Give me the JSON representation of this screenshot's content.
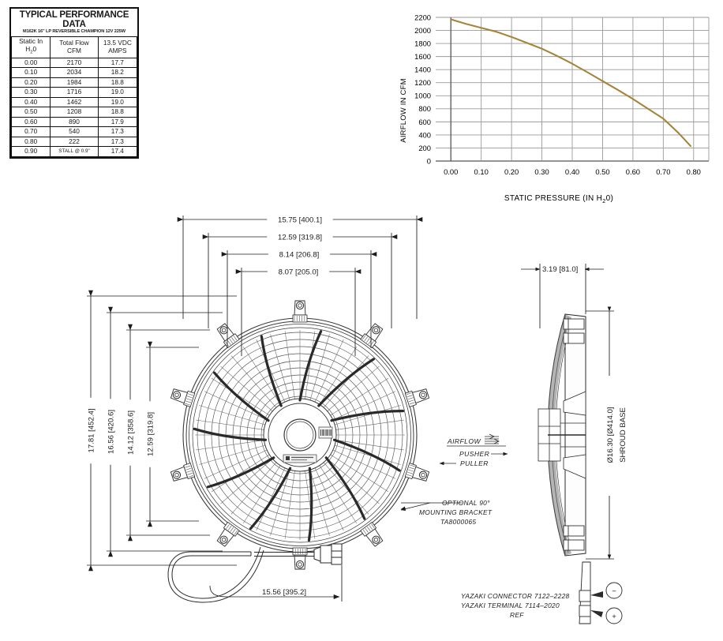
{
  "perf_table": {
    "title": "TYPICAL PERFORMANCE DATA",
    "subtitle": "M162K 16\" LP REVERSIBLE CHAMPION 12V 225W",
    "columns": [
      {
        "line1": "Static In",
        "line2": "H₂0"
      },
      {
        "line1": "Total Flow",
        "line2": "CFM"
      },
      {
        "line1": "13.5 VDC",
        "line2": "AMPS"
      }
    ],
    "rows": [
      {
        "static": "0.00",
        "cfm": "2170",
        "amps": "17.7"
      },
      {
        "static": "0.10",
        "cfm": "2034",
        "amps": "18.2"
      },
      {
        "static": "0.20",
        "cfm": "1984",
        "amps": "18.8"
      },
      {
        "static": "0.30",
        "cfm": "1716",
        "amps": "19.0"
      },
      {
        "static": "0.40",
        "cfm": "1462",
        "amps": "19.0"
      },
      {
        "static": "0.50",
        "cfm": "1208",
        "amps": "18.8"
      },
      {
        "static": "0.60",
        "cfm": "890",
        "amps": "17.9"
      },
      {
        "static": "0.70",
        "cfm": "540",
        "amps": "17.3"
      },
      {
        "static": "0.80",
        "cfm": "222",
        "amps": "17.3"
      },
      {
        "static": "0.90",
        "cfm": "STALL @ 0.9\"",
        "amps": "17.4"
      }
    ]
  },
  "chart_data": {
    "type": "line",
    "title": "",
    "xlabel": "STATIC PRESSURE (IN H₂0)",
    "ylabel": "AIRFLOW IN CFM",
    "xlim": [
      -0.05,
      0.85
    ],
    "ylim": [
      0,
      2200
    ],
    "xticks": [
      "0.00",
      "0.10",
      "0.20",
      "0.30",
      "0.40",
      "0.50",
      "0.60",
      "0.70",
      "0.80"
    ],
    "xtick_values": [
      0.0,
      0.1,
      0.2,
      0.3,
      0.4,
      0.5,
      0.6,
      0.7,
      0.8
    ],
    "yticks": [
      "0",
      "200",
      "400",
      "600",
      "800",
      "1000",
      "1200",
      "1400",
      "1600",
      "1800",
      "2000",
      "2200"
    ],
    "ytick_values": [
      0,
      200,
      400,
      600,
      800,
      1000,
      1200,
      1400,
      1600,
      1800,
      2000,
      2200
    ],
    "grid": true,
    "legend": "none",
    "line_color": "#a6853a",
    "series": [
      {
        "name": "Airflow",
        "x": [
          0.0,
          0.05,
          0.1,
          0.15,
          0.2,
          0.25,
          0.3,
          0.35,
          0.4,
          0.45,
          0.5,
          0.55,
          0.6,
          0.65,
          0.7,
          0.75,
          0.79
        ],
        "values": [
          2170,
          2100,
          2040,
          1980,
          1900,
          1810,
          1720,
          1610,
          1490,
          1360,
          1225,
          1090,
          950,
          800,
          650,
          430,
          230
        ]
      }
    ]
  },
  "drawing": {
    "front_view": {
      "horizontal_dims": [
        "15.75  [400.1]",
        "12.59  [319.8]",
        "8.14  [206.8]",
        "8.07  [205.0]"
      ],
      "vertical_dims": [
        "17.81  [452.4]",
        "16.56  [420.6]",
        "14.12  [358.6]",
        "12.59  [319.8]"
      ],
      "lead_dim": "15.56  [395.2]",
      "bracket_note": [
        "OPTIONAL 90°",
        "MOUNTING BRACKET",
        "TA8000065"
      ]
    },
    "side_view": {
      "thickness_dim": "3.19  [81.0]",
      "diameter_dim": "Ø16.30  [Ø414.0]",
      "diameter_note": "SHROUD BASE"
    },
    "airflow_note": {
      "title": "AIRFLOW",
      "pusher": "PUSHER",
      "puller": "PULLER"
    },
    "connector_note": [
      "YAZAKI CONNECTOR 7122–2228",
      "YAZAKI TERMINAL 7114–2020",
      "REF"
    ],
    "terminals": {
      "negative": "−",
      "positive": "+"
    }
  }
}
